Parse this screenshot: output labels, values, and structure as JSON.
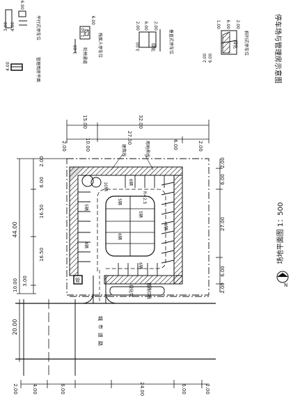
{
  "title": "停车场与管理房示意图",
  "plan_title": "场地平面图 1：500",
  "north_letter": "N",
  "legend": {
    "parallel": {
      "label": "平行式停车位",
      "dims": [
        "3.00",
        "4.00",
        "6.00"
      ]
    },
    "room": {
      "label": "管理用房平面",
      "dims": [
        "4.00"
      ]
    },
    "disabled": {
      "label": "残疾人停车位",
      "lane": "轮椅通道",
      "dims": [
        "3.00",
        "1.50",
        "3.00",
        "6.00"
      ]
    },
    "perpendicular": {
      "label": "垂直式停车位",
      "green": "绿化",
      "dims": [
        "3.00",
        "2.00",
        "6.00",
        "2.00",
        "3.00"
      ]
    },
    "angled": {
      "label": "斜列式停车位",
      "green": "绿化",
      "dims": [
        "2.00",
        "6.00",
        "1.00",
        "2.00",
        "6.00"
      ]
    }
  },
  "plan": {
    "labels": {
      "road": "城市道路",
      "green_belt": "绿化带",
      "red_line": "道路红线",
      "boundary": "用地界线",
      "building": "建筑线",
      "room": "管",
      "radius": "R=2.5"
    },
    "bay_counts": [
      "5辆",
      "4辆",
      "5辆",
      "5辆",
      "6辆",
      "6辆",
      "9辆",
      "6辆",
      "10辆"
    ],
    "dims_top": [
      "15.00",
      "32.00",
      "27.00",
      "10.00",
      "2.00",
      "6.00",
      "2.00"
    ],
    "dims_left": [
      "44.00",
      "6.00",
      "16.50",
      "16.50",
      "3.00",
      "10.00",
      "20.00",
      "2.00"
    ],
    "dims_right": [
      "2.00",
      "6.00",
      "27.00",
      "6.00",
      "2.00"
    ],
    "dims_bottom": [
      "2.00",
      "4.00",
      "6.00",
      "24.00",
      "6.00",
      "2.00"
    ]
  }
}
